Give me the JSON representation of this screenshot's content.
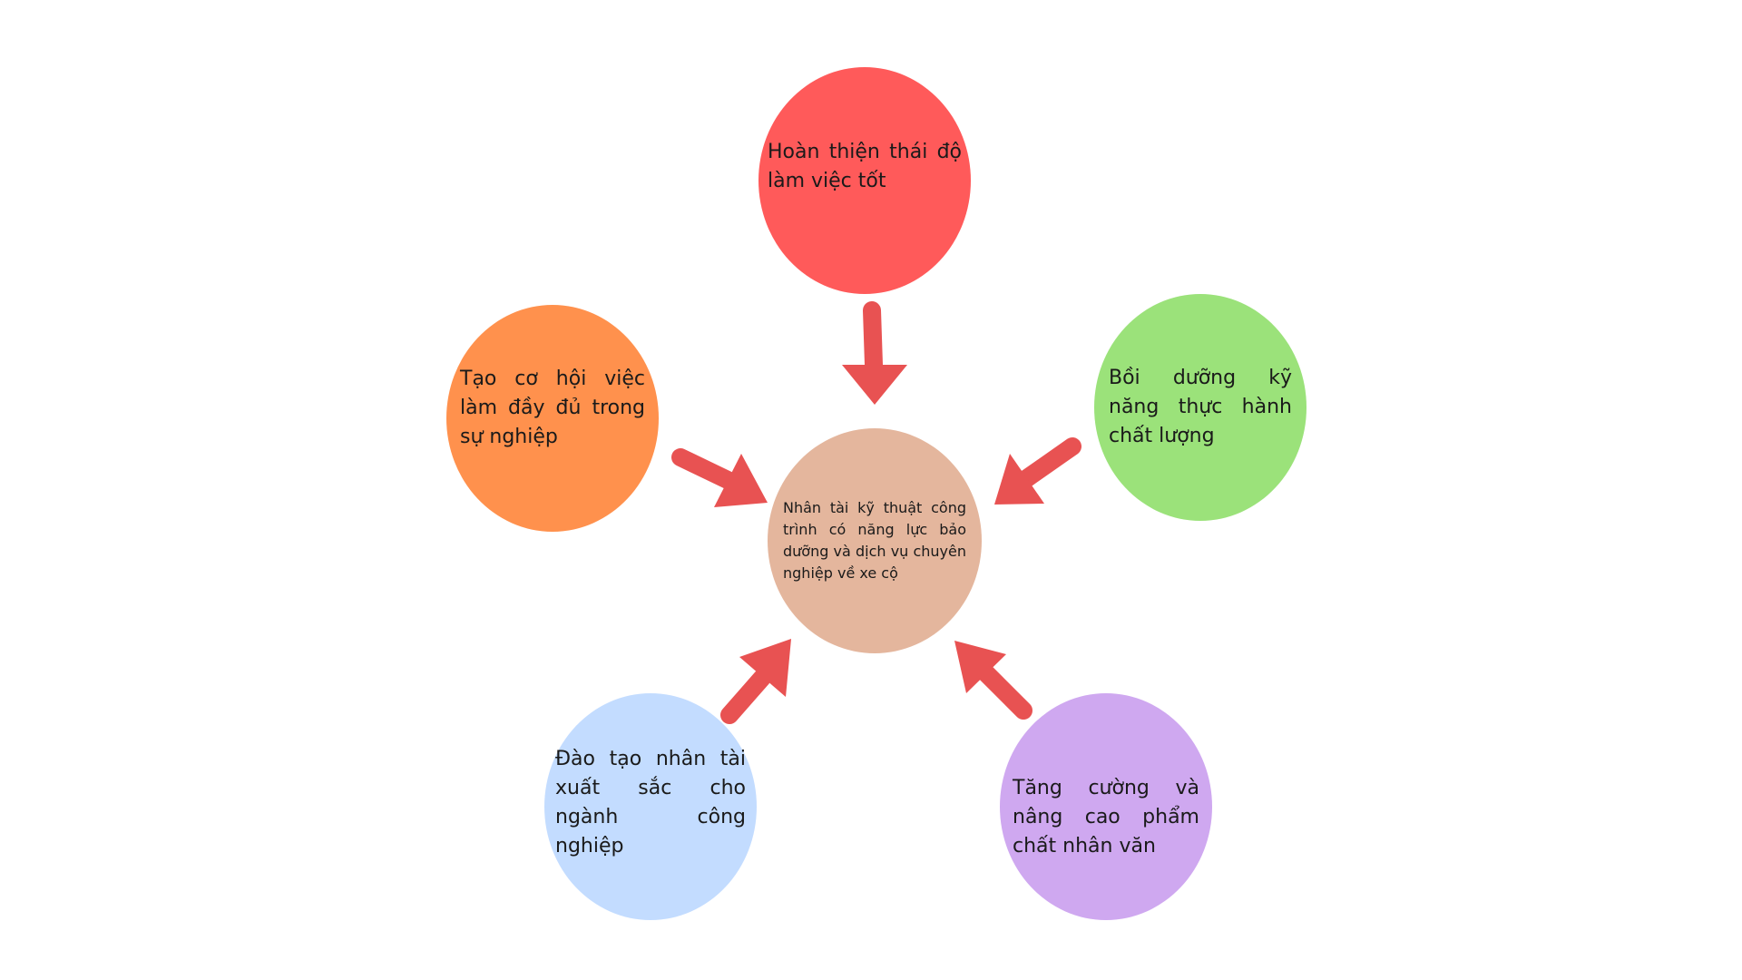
{
  "diagram": {
    "colors": {
      "arrow": "#e85252",
      "center": "#e4b69d",
      "top": "#ff5a5a",
      "right": "#9be27a",
      "left": "#ff914d",
      "bottom_left": "#c3dcff",
      "bottom_right": "#cfa8f0"
    },
    "center": {
      "label": "Nhân tài kỹ thuật công trình có năng lực bảo dưỡng và dịch vụ chuyên nghiệp về xe cộ"
    },
    "nodes": {
      "top": {
        "label": "Hoàn thiện thái độ làm việc tốt"
      },
      "right": {
        "label": "Bồi dưỡng kỹ năng thực hành chất lượng"
      },
      "left": {
        "label": "Tạo cơ hội việc làm đầy đủ trong sự nghiệp"
      },
      "bottom_left": {
        "label": "Đào tạo nhân tài xuất sắc cho ngành công nghiệp"
      },
      "bottom_right": {
        "label": "Tăng cường và nâng cao phẩm chất nhân văn"
      }
    }
  }
}
